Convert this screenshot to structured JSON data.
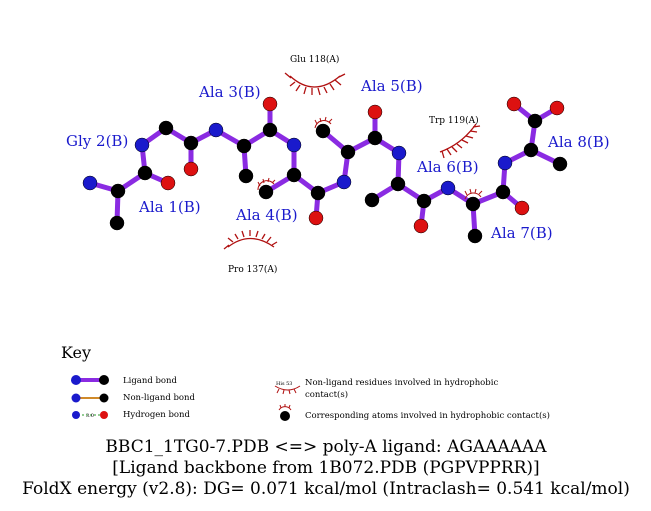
{
  "residues": {
    "ala1": "Ala 1(B)",
    "gly2": "Gly 2(B)",
    "ala3": "Ala 3(B)",
    "ala4": "Ala 4(B)",
    "ala5": "Ala 5(B)",
    "ala6": "Ala 6(B)",
    "ala7": "Ala 7(B)",
    "ala8": "Ala 8(B)"
  },
  "hydrophobic_contacts": {
    "glu118": "Glu 118(A)",
    "trp119": "Trp 119(A)",
    "pro137": "Pro 137(A)"
  },
  "key": {
    "title": "Key",
    "ligand_bond": "Ligand bond",
    "non_ligand_bond": "Non-ligand bond",
    "hydrogen_bond": "Hydrogen bond",
    "hb_distance": "3.0",
    "example_residue": "His 53",
    "non_ligand_residues_line1": "Non-ligand residues involved in hydrophobic",
    "non_ligand_residues_line2": "contact(s)",
    "corresponding_atoms": "Corresponding atoms involved in hydrophobic contact(s)"
  },
  "caption": {
    "line1": "BBC1_1TG0-7.PDB <=> poly-A ligand: AGAAAAAA",
    "line2": "[Ligand backbone from 1B072.PDB (PGPVPPRR)]",
    "line3": "FoldX energy (v2.8): DG= 0.071 kcal/mol (Intraclash= 0.541 kcal/mol)"
  },
  "colors": {
    "ligand_bond": "#8a2be2",
    "non_ligand_bond": "#d08a2a",
    "hydrogen_bond": "#2a9a2a",
    "carbon": "#000000",
    "nitrogen": "#1a1acc",
    "oxygen": "#dd1111",
    "hydrophobic": "#b01010",
    "residue_label": "#1a1acc"
  }
}
